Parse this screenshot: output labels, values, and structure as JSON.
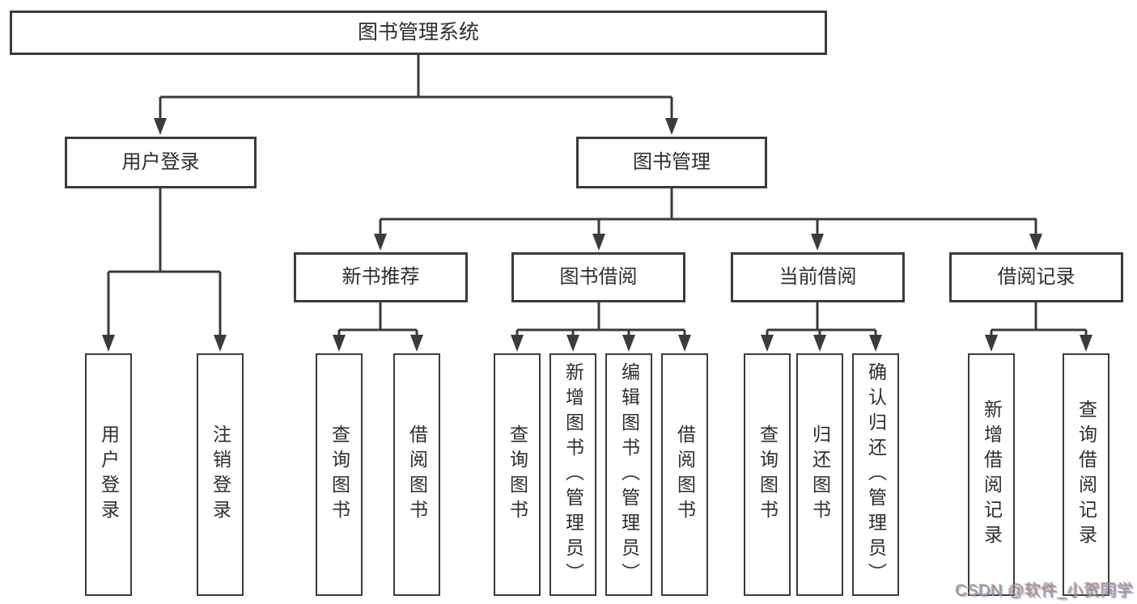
{
  "colors": {
    "line": "#3b3b3b",
    "ink": "#2e2e2e",
    "background": "#ffffff",
    "watermark": "#969696"
  },
  "watermark": "CSDN @软件_小贺同学",
  "tree": {
    "root": {
      "label": "图书管理系统"
    },
    "branches": [
      {
        "label": "用户登录",
        "leaves": [
          {
            "label": "用户登录"
          },
          {
            "label": "注销登录"
          }
        ]
      },
      {
        "label": "图书管理",
        "groups": [
          {
            "label": "新书推荐",
            "leaves": [
              {
                "label": "查询图书"
              },
              {
                "label": "借阅图书"
              }
            ]
          },
          {
            "label": "图书借阅",
            "leaves": [
              {
                "label": "查询图书"
              },
              {
                "label": "新增图书（管理员）"
              },
              {
                "label": "编辑图书（管理员）"
              },
              {
                "label": "借阅图书"
              }
            ]
          },
          {
            "label": "当前借阅",
            "leaves": [
              {
                "label": "查询图书"
              },
              {
                "label": "归还图书"
              },
              {
                "label": "确认归还（管理员）"
              }
            ]
          },
          {
            "label": "借阅记录",
            "leaves": [
              {
                "label": "新增借阅记录"
              },
              {
                "label": "查询借阅记录"
              }
            ]
          }
        ]
      }
    ]
  }
}
